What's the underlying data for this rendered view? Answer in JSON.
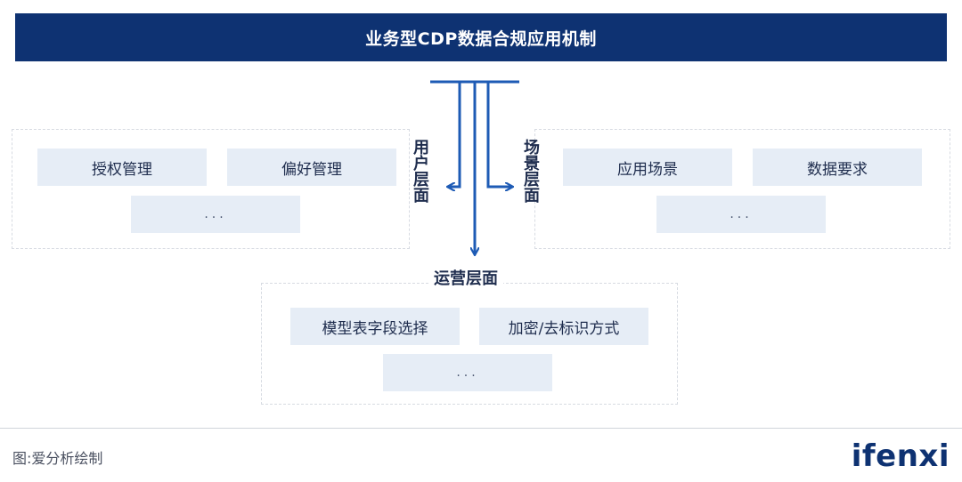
{
  "title": "业务型CDP数据合规应用机制",
  "left_panel": {
    "label": "用户层面",
    "boxes": [
      "授权管理",
      "偏好管理"
    ],
    "more": "..."
  },
  "right_panel": {
    "label": "场景层面",
    "boxes": [
      "应用场景",
      "数据要求"
    ],
    "more": "..."
  },
  "bottom_panel": {
    "label": "运营层面",
    "boxes": [
      "模型表字段选择",
      "加密/去标识方式"
    ],
    "more": "..."
  },
  "caption": "图:爱分析绘制",
  "logo": "ifenxi",
  "colors": {
    "brand": "#0e3272",
    "box_fill": "#e6edf6",
    "arrow": "#1e5bb5"
  }
}
